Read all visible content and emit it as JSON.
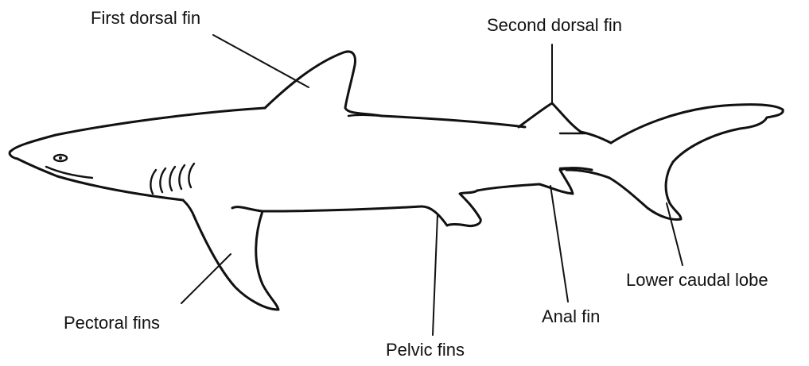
{
  "labels": {
    "first_dorsal_fin": "First dorsal fin",
    "second_dorsal_fin": "Second dorsal fin",
    "pectoral_fins": "Pectoral fins",
    "pelvic_fins": "Pelvic fins",
    "anal_fin": "Anal fin",
    "lower_caudal_lobe": "Lower caudal lobe"
  },
  "colors": {
    "ink": "#111111",
    "background": "#ffffff"
  }
}
